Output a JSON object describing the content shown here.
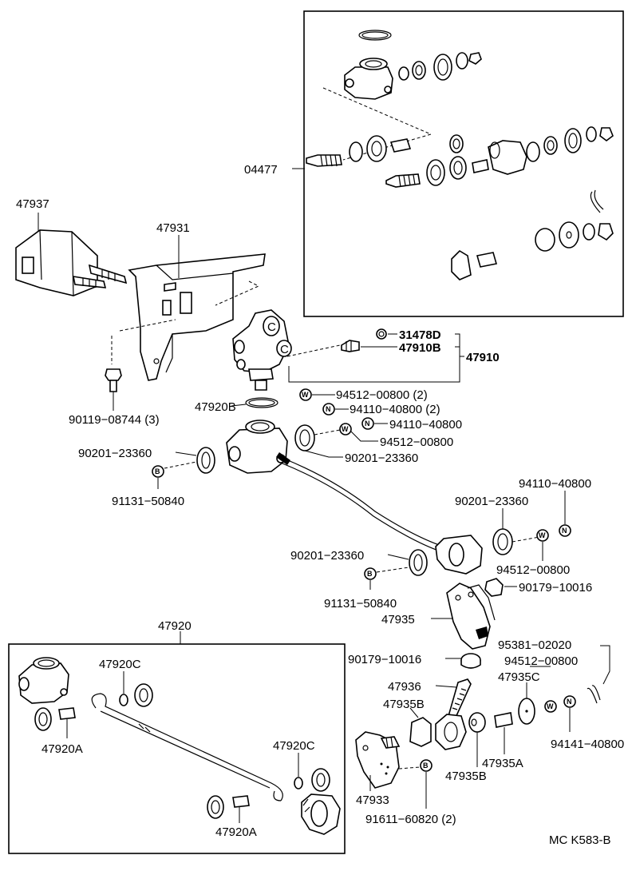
{
  "labels": {
    "p04477": "04477",
    "p47937": "47937",
    "p47931": "47931",
    "p31478D": "31478D",
    "p47910B": "47910B",
    "p47910": "47910",
    "p90119": "90119−08744 (3)",
    "p47920B": "47920B",
    "p94512_2": "94512−00800 (2)",
    "p94110_2": "94110−40800 (2)",
    "p94110_a": "94110−40800",
    "p94512_a": "94512−00800",
    "p90201_a": "90201−23360",
    "p90201_b": "90201−23360",
    "p91131_a": "91131−50840",
    "p94110_b": "94110−40800",
    "p90201_c": "90201−23360",
    "p90201_d": "90201−23360",
    "p94512_b": "94512−00800",
    "p91131_b": "91131−50840",
    "p90179_a": "90179−10016",
    "p47935": "47935",
    "p47920": "47920",
    "p47920C_a": "47920C",
    "p47920A_a": "47920A",
    "p47920C_b": "47920C",
    "p47920A_b": "47920A",
    "p95381": "95381−02020",
    "p90179_b": "90179−10016",
    "p94512_c": "94512−00800",
    "p47936": "47936",
    "p47935C": "47935C",
    "p47935B_a": "47935B",
    "p94141": "94141−40800",
    "p47935A": "47935A",
    "p47935B_b": "47935B",
    "p47933": "47933",
    "p91611": "91611−60820 (2)",
    "ref_code": "MC K583-B"
  },
  "symbols": {
    "washer": "W",
    "nut": "N",
    "bolt": "B"
  }
}
